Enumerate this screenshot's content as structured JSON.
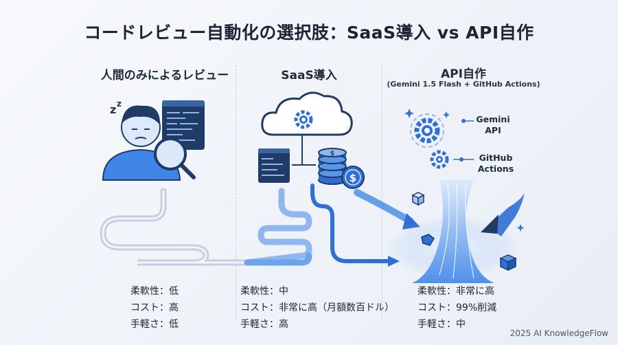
{
  "title": "コードレビュー自動化の選択肢：SaaS導入 vs API自作",
  "columns": [
    {
      "heading": "人間のみによるレビュー",
      "subheading": "",
      "metrics": [
        "柔軟性：低",
        "コスト：高",
        "手軽さ：低"
      ]
    },
    {
      "heading": "SaaS導入",
      "subheading": "",
      "metrics": [
        "柔軟性：中",
        "コスト：非常に高（月額数百ドル）",
        "手軽さ：高"
      ]
    },
    {
      "heading": "API自作",
      "subheading": "(Gemini 1.5 Flash + GitHub Actions)",
      "metrics": [
        "柔軟性：非常に高",
        "コスト：99%削減",
        "手軽さ：中"
      ],
      "labels": {
        "gemini": "Gemini\nAPI",
        "github": "GitHub\nActions"
      }
    }
  ],
  "footer": "2025 AI KnowledgeFlow",
  "colors": {
    "accent_blue": "#2f6fd6",
    "light_blue": "#8fb6ee",
    "dark_text": "#1c2533"
  }
}
